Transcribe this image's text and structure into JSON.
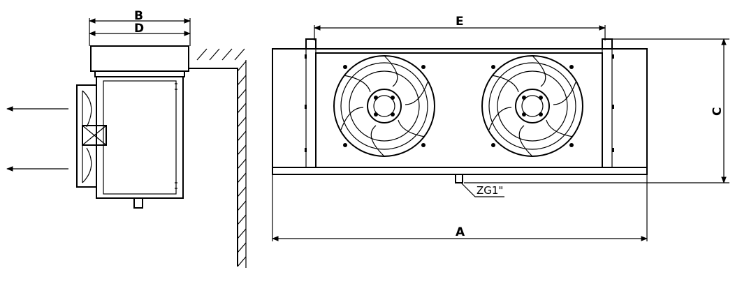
{
  "dimensions": {
    "a": "A",
    "b": "B",
    "c": "C",
    "d": "D",
    "e": "E"
  },
  "callouts": {
    "drain": "ZG1\""
  }
}
